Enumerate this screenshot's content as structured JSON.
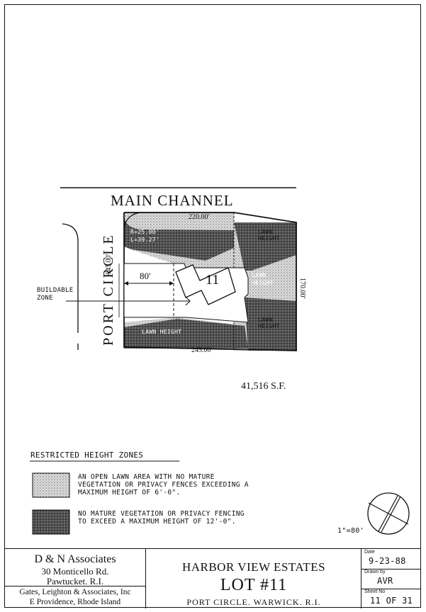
{
  "plan": {
    "channel_label": "MAIN CHANNEL",
    "road_label": "PORT CIRCLE",
    "buildable_zone_label": "BUILDABLE ZONE",
    "dim_top": "220.00'",
    "dim_bottom": "245.00'",
    "dim_left": "145.00'",
    "dim_right": "170.00'",
    "setback": "80'",
    "curve_note_1": "R=25.00'",
    "curve_note_2": "L=39.27'",
    "lot_number": "11",
    "lawn_label_top": "LAWN HEIGHT",
    "lawn_label_mid": "LAWN HEIGHT",
    "lawn_label_bottom": "LAWN HEIGHT",
    "lawn_label_left": "LAWN HEIGHT",
    "area": "41,516 S.F."
  },
  "legend": {
    "title": "RESTRICTED HEIGHT ZONES",
    "item1": "AN OPEN LAWN AREA WITH NO MATURE VEGETATION OR PRIVACY FENCES EXCEEDING A MAXIMUM HEIGHT OF 6'-0\".",
    "item2": "NO MATURE VEGETATION OR PRIVACY FENCING TO EXCEED A MAXIMUM HEIGHT OF 12'-0\"."
  },
  "scale": "1\"=80'",
  "title_block": {
    "firm1_name": "D & N Associates",
    "firm1_addr1": "30 Monticello Rd.",
    "firm1_addr2": "Pawtucket. R.I.",
    "firm2_name": "Gates, Leighton & Associates, Inc",
    "firm2_addr": "E Providence, Rhode Island",
    "project": "HARBOR VIEW ESTATES",
    "lot": "LOT #11",
    "location": "PORT CIRCLE. WARWICK. R.I.",
    "date_label": "Date",
    "date_value": "9-23-88",
    "drawn_label": "Drawn by",
    "drawn_value": "AVR",
    "sheet_label": "Sheet No",
    "sheet_value": "11 OF 31"
  },
  "colors": {
    "ink": "#111111",
    "light_stipple": "#b8b8b8",
    "dark_stipple": "#4a4a4a"
  }
}
